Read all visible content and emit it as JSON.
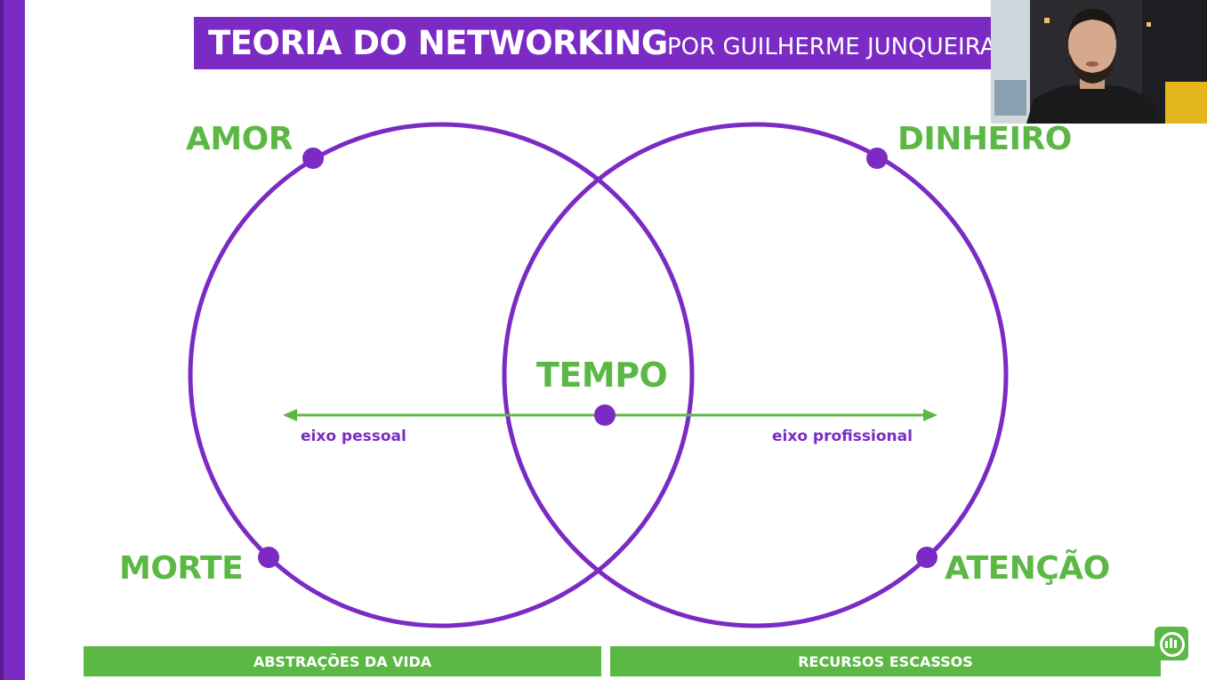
{
  "header": {
    "title": "TEORIA DO NETWORKING",
    "subtitle": "POR GUILHERME JUNQUEIRA"
  },
  "diagram": {
    "labels": {
      "top_left": "AMOR",
      "top_right": "DINHEIRO",
      "bottom_left": "MORTE",
      "bottom_right": "ATENÇÃO",
      "center": "TEMPO"
    },
    "axis": {
      "left_label": "eixo pessoal",
      "right_label": "eixo profissional"
    }
  },
  "footer": {
    "left_label": "ABSTRAÇÕES DA VIDA",
    "right_label": "RECURSOS ESCASSOS"
  },
  "colors": {
    "purple": "#7b2bc4",
    "green": "#5cb845",
    "background": "#ffffff"
  },
  "icons": {
    "presenter_webcam": "person-video-icon",
    "corner_logo": "equalizer-logo-icon"
  }
}
